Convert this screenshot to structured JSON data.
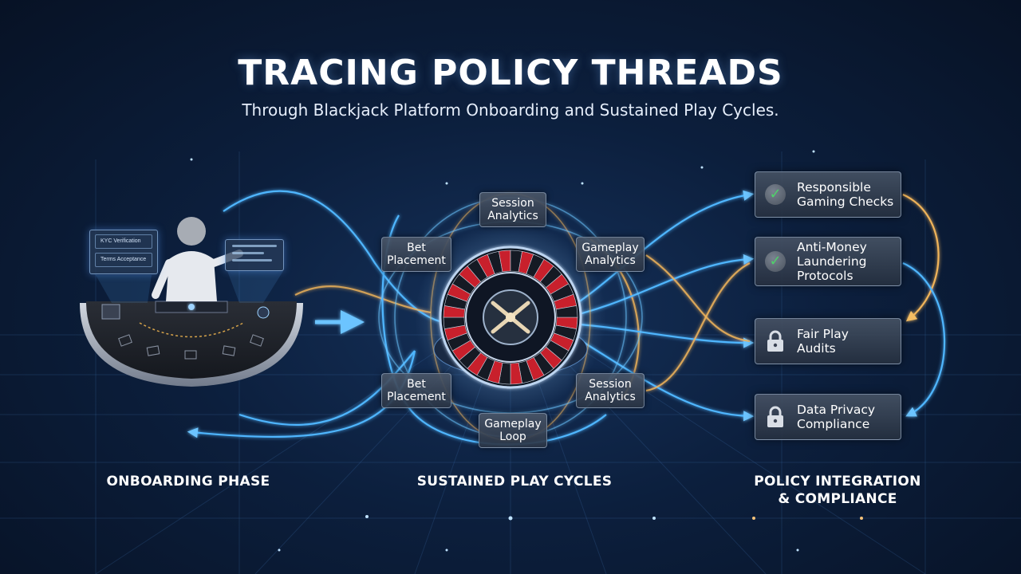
{
  "header": {
    "title": "TRACING POLICY THREADS",
    "subtitle": "Through Blackjack Platform Onboarding and Sustained Play Cycles."
  },
  "onboarding": {
    "screen_items": [
      "KYC Verification",
      "Terms Acceptance"
    ],
    "label": "ONBOARDING PHASE"
  },
  "play_cycle": {
    "label": "SUSTAINED PLAY CYCLES",
    "nodes": {
      "session_top": "Session\nAnalytics",
      "bet_top": "Bet\nPlacement",
      "gameplay_analytics": "Gameplay\nAnalytics",
      "bet_bottom": "Bet\nPlacement",
      "session_bottom": "Session\nAnalytics",
      "gameplay_loop": "Gameplay\nLoop"
    }
  },
  "policy": {
    "label": "POLICY INTEGRATION\n& COMPLIANCE",
    "items": [
      {
        "label": "Responsible\nGaming Checks",
        "icon": "check-icon"
      },
      {
        "label": "Anti-Money\nLaundering\nProtocols",
        "icon": "check-icon"
      },
      {
        "label": "Fair Play\nAudits",
        "icon": "lock-icon"
      },
      {
        "label": "Data Privacy\nCompliance",
        "icon": "lock-icon"
      }
    ]
  },
  "colors": {
    "background": "#0c1f3d",
    "thread_blue": "#4fb6ff",
    "thread_orange": "#f0b45a",
    "check_green": "#4fd16a",
    "roulette_red": "#c8202c"
  }
}
